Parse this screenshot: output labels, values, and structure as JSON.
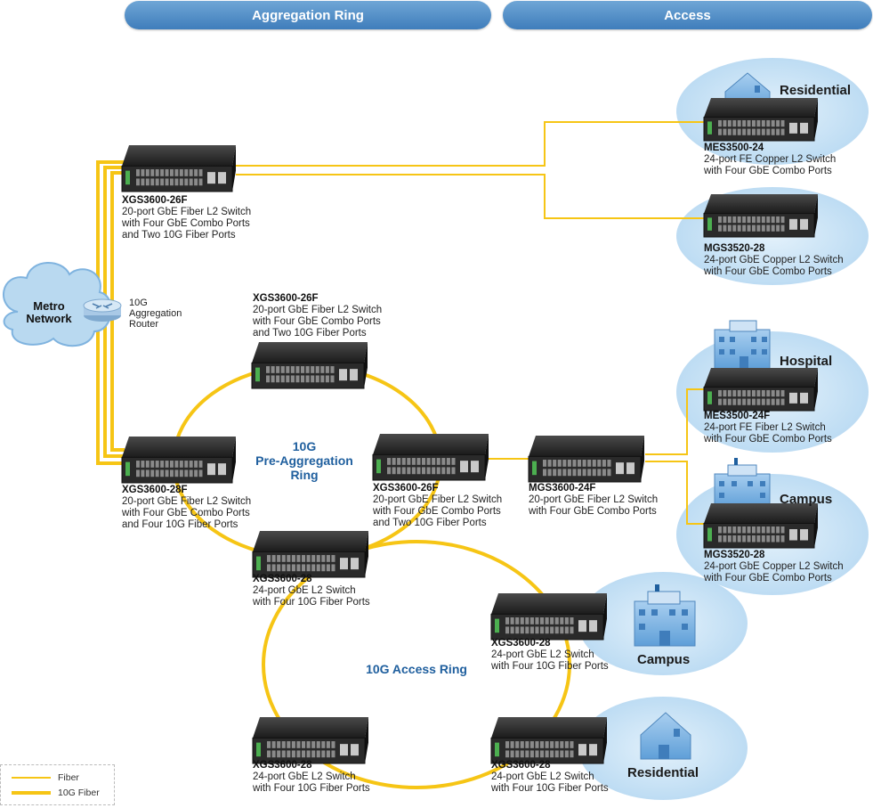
{
  "headers": {
    "aggregation": "Aggregation Ring",
    "access": "Access"
  },
  "cloud": {
    "line1": "Metro",
    "line2": "Network"
  },
  "router": {
    "line1": "10G",
    "line2": "Aggregation",
    "line3": "Router"
  },
  "rings": {
    "pre_aggregation": {
      "line1": "10G",
      "line2": "Pre-Aggregation",
      "line3": "Ring"
    },
    "access": "10G Access Ring"
  },
  "switches": [
    {
      "model": "XGS3600-26F",
      "line1": "20-port GbE Fiber L2 Switch",
      "line2": "with Four GbE Combo Ports",
      "line3": "and Two 10G Fiber Ports"
    },
    {
      "model": "XGS3600-26F",
      "line1": "20-port GbE Fiber L2 Switch",
      "line2": "with Four GbE Combo Ports",
      "line3": "and Two 10G Fiber Ports"
    },
    {
      "model": "XGS3600-28F",
      "line1": "20-port GbE Fiber L2 Switch",
      "line2": "with Four GbE Combo Ports",
      "line3": "and Four 10G Fiber Ports"
    },
    {
      "model": "XGS3600-26F",
      "line1": "20-port GbE Fiber L2 Switch",
      "line2": "with Four GbE Combo Ports",
      "line3": "and Two 10G Fiber Ports"
    },
    {
      "model": "MGS3600-24F",
      "line1": "20-port GbE Fiber L2 Switch",
      "line2": "with Four GbE Combo Ports"
    },
    {
      "model": "XGS3600-28",
      "line1": "24-port GbE L2 Switch",
      "line2": "with Four 10G Fiber Ports"
    },
    {
      "model": "XGS3600-28",
      "line1": "24-port GbE L2 Switch",
      "line2": "with Four 10G Fiber Ports"
    },
    {
      "model": "XGS3600-28",
      "line1": "24-port GbE L2 Switch",
      "line2": "with Four 10G Fiber Ports"
    },
    {
      "model": "XGS3600-28",
      "line1": "24-port GbE L2 Switch",
      "line2": "with Four 10G Fiber Ports"
    },
    {
      "model": "MES3500-24",
      "line1": "24-port FE Copper L2 Switch",
      "line2": "with Four GbE Combo Ports"
    },
    {
      "model": "MGS3520-28",
      "line1": "24-port GbE Copper L2 Switch",
      "line2": "with Four GbE Combo Ports"
    },
    {
      "model": "MES3500-24F",
      "line1": "24-port FE Fiber L2 Switch",
      "line2": "with Four GbE Combo Ports"
    },
    {
      "model": "MGS3520-28",
      "line1": "24-port GbE Copper L2 Switch",
      "line2": "with Four GbE Combo Ports"
    }
  ],
  "sites": {
    "residential_top": "Residential",
    "hospital": "Hospital",
    "campus_right": "Campus",
    "campus_lower": "Campus",
    "residential_bottom": "Residential"
  },
  "legend": {
    "fiber": "Fiber",
    "fiber10g": "10G Fiber"
  },
  "colors": {
    "fiber": "#f6c515",
    "header": "#4a88c4",
    "ring_label": "#1f5f9e",
    "site_bubble": "#cfe6f7",
    "cloud": "#b9d9f0"
  }
}
